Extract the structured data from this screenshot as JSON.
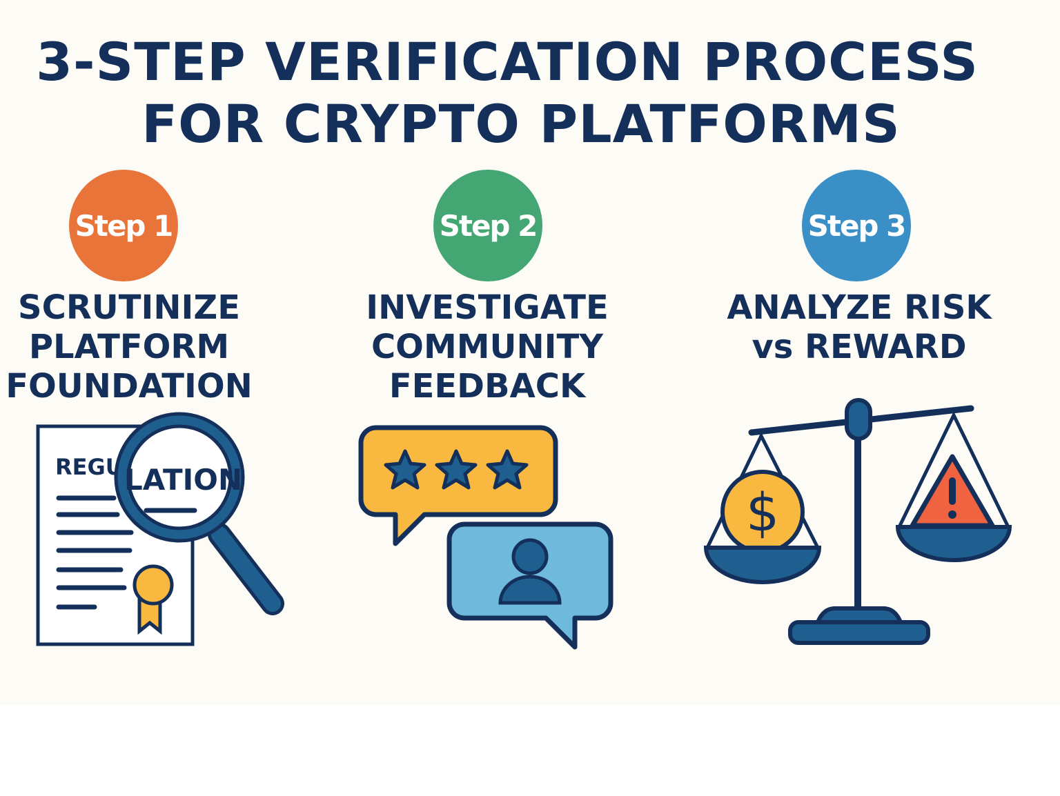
{
  "title": {
    "line1": "3-STEP VERIFICATION PROCESS",
    "line2": "FOR CRYPTO PLATFORMS"
  },
  "steps": [
    {
      "badge": "Step 1",
      "color": "#e8743a",
      "heading": [
        "SCRUTINIZE",
        "PLATFORM",
        "FOUNDATION"
      ],
      "icon": "document-magnifier-icon",
      "icon_text": [
        "REGU",
        "LATION"
      ]
    },
    {
      "badge": "Step 2",
      "color": "#44a673",
      "heading": [
        "INVESTIGATE",
        "COMMUNITY",
        "FEEDBACK"
      ],
      "icon": "review-chat-bubbles-icon"
    },
    {
      "badge": "Step 3",
      "color": "#3a8fc6",
      "heading": [
        "ANALYZE RISK",
        "vs REWARD",
        ""
      ],
      "icon": "balance-scale-icon"
    }
  ],
  "colors": {
    "navy": "#14305a",
    "blue": "#1f5f8f",
    "yellow": "#f9b840",
    "lightblue": "#6fb9dc",
    "red": "#ef6340"
  }
}
